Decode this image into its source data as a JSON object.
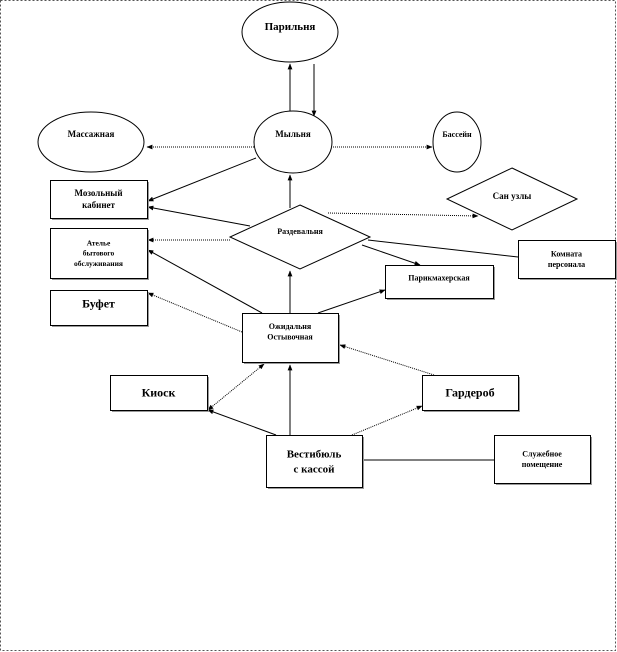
{
  "nodes": {
    "parilnya": [
      "Парильня"
    ],
    "massazhnaya": [
      "Массажная"
    ],
    "mylnya": [
      "Мыльня"
    ],
    "bassein": [
      "Бассейн"
    ],
    "mozolny": [
      "Мозольный",
      "кабинет"
    ],
    "san_uzly": [
      "Сан узлы"
    ],
    "razdevalnya": [
      "Раздевальня"
    ],
    "atelie": [
      "Ателье",
      "бытового",
      "обслуживания"
    ],
    "komnata": [
      "Комната",
      "персонала"
    ],
    "parikmakherskaya": [
      "Парикмахерская"
    ],
    "bufet": [
      "Буфет"
    ],
    "ozhidalnya": [
      "Ожидальня",
      "Остывочная"
    ],
    "kiosk": [
      "Киоск"
    ],
    "garderob": [
      "Гардероб"
    ],
    "vestibul": [
      "Вестибюль",
      "с кассой"
    ],
    "sluzhebnoe": [
      "Служебное",
      "помещение"
    ]
  }
}
